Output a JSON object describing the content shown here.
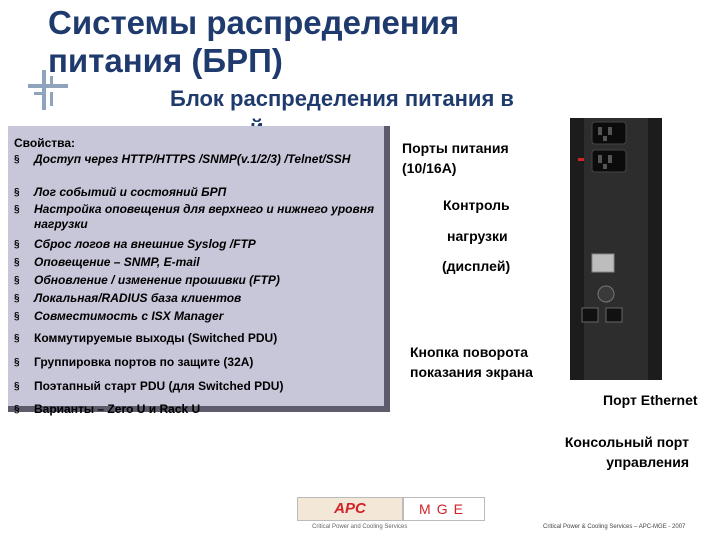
{
  "slide": {
    "title_line1": "Системы распределения",
    "title_line2": "питания (БРП)",
    "subtitle": "Блок распределения питания в",
    "subtitle_tail": "й"
  },
  "properties": {
    "heading": "Свойства:",
    "bullet": "§",
    "items": [
      "Доступ через HTTP/HTTPS /SNMP(v.1/2/3) /Telnet/SSH",
      "Лог событий и состояний БРП",
      "Настройка оповещения для верхнего и нижнего уровня нагрузки",
      "Сброс логов на внешние Syslog /FTP",
      "Оповещение – SNMP, E-mail",
      "Обновление / изменение прошивки (FTP)",
      "Локальная/RADIUS база клиентов",
      "Совместимость с ISX Manager",
      "Коммутируемые выходы (Switched PDU)",
      "Группировка портов по защите (32A)",
      "Поэтапный старт PDU (для Switched PDU)",
      "Варианты – Zero U и Rack U"
    ]
  },
  "callouts": {
    "power_ports_1": "Порты питания",
    "power_ports_2": "(10/16A)",
    "load_1": "Контроль",
    "load_2": "нагрузки",
    "load_3": "(дисплей)",
    "rotate_1": "Кнопка поворота",
    "rotate_2": "показания экрана",
    "ethernet": "Порт Ethernet",
    "console_1": "Консольный порт",
    "console_2": "управления"
  },
  "footer": {
    "apc": "APC",
    "mge": "MGE",
    "tagline": "Critical Power and Cooling Services",
    "copyright": "Critical Power & Cooling Services – APC-MGE - 2007"
  },
  "colors": {
    "title": "#1f3b6e",
    "panel": "#c8c6d9",
    "panel_shadow": "#5c5c6c",
    "apc_red": "#d2232a"
  }
}
